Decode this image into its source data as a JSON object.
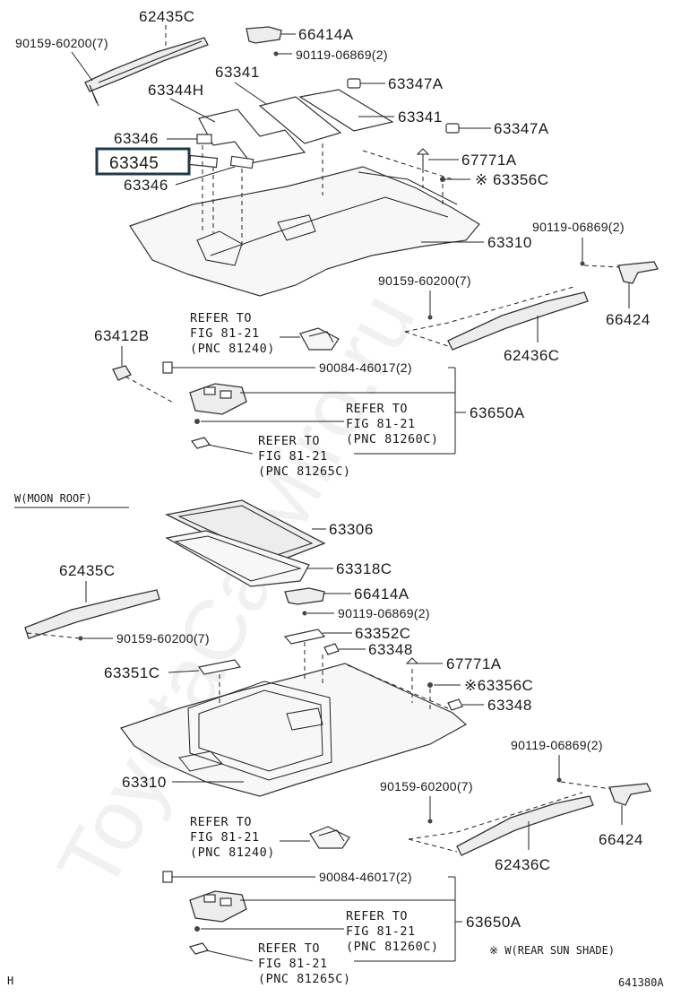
{
  "watermark": "ToyotaCarMiro.ru",
  "sections": {
    "moon_roof_title": "W(MOON ROOF)",
    "footer_left": "H",
    "footer_note": "※ W(REAR SUN SHADE)",
    "figure_code": "641380A"
  },
  "highlighted_part": "63345",
  "upper_labels": {
    "p62435C": "62435C",
    "p90159a": "90159-60200(7)",
    "p66414A": "66414A",
    "p90119a": "90119-06869(2)",
    "p63341a": "63341",
    "p63347Aa": "63347A",
    "p63344H": "63344H",
    "p63341b": "63341",
    "p63346a": "63346",
    "p63347Ab": "63347A",
    "p63345": "63345",
    "p67771A": "67771A",
    "p63346b": "63346",
    "p63356C": "※ 63356C",
    "p90119b": "90119-06869(2)",
    "p63310": "63310",
    "p90159b": "90159-60200(7)",
    "p66424": "66424",
    "p63412B": "63412B",
    "p62436C": "62436C",
    "p90084": "90084-46017(2)",
    "p63650A": "63650A"
  },
  "upper_refs": {
    "r1": [
      "REFER TO",
      "FIG 81-21",
      "(PNC 81240)"
    ],
    "r2": [
      "REFER TO",
      "FIG  81-21",
      "(PNC 81260C)"
    ],
    "r3": [
      "REFER TO",
      "FIG  81-21",
      "(PNC 81265C)"
    ]
  },
  "lower_labels": {
    "p63306": "63306",
    "p63318C": "63318C",
    "p62435C": "62435C",
    "p66414A": "66414A",
    "p90119a": "90119-06869(2)",
    "p90159a": "90159-60200(7)",
    "p63352C": "63352C",
    "p63348a": "63348",
    "p63351C": "63351C",
    "p67771A": "67771A",
    "p63356C": "※63356C",
    "p63348b": "63348",
    "p90119b": "90119-06869(2)",
    "p63310": "63310",
    "p90159b": "90159-60200(7)",
    "p66424": "66424",
    "p62436C": "62436C",
    "p90084": "90084-46017(2)",
    "p63650A": "63650A"
  },
  "lower_refs": {
    "r1": [
      "REFER TO",
      "FIG  81-21",
      "(PNC 81240)"
    ],
    "r2": [
      "REFER TO",
      "FIG  81-21",
      "(PNC 81260C)"
    ],
    "r3": [
      "REFER TO",
      "FIG  81-21",
      "(PNC 81265C)"
    ]
  }
}
